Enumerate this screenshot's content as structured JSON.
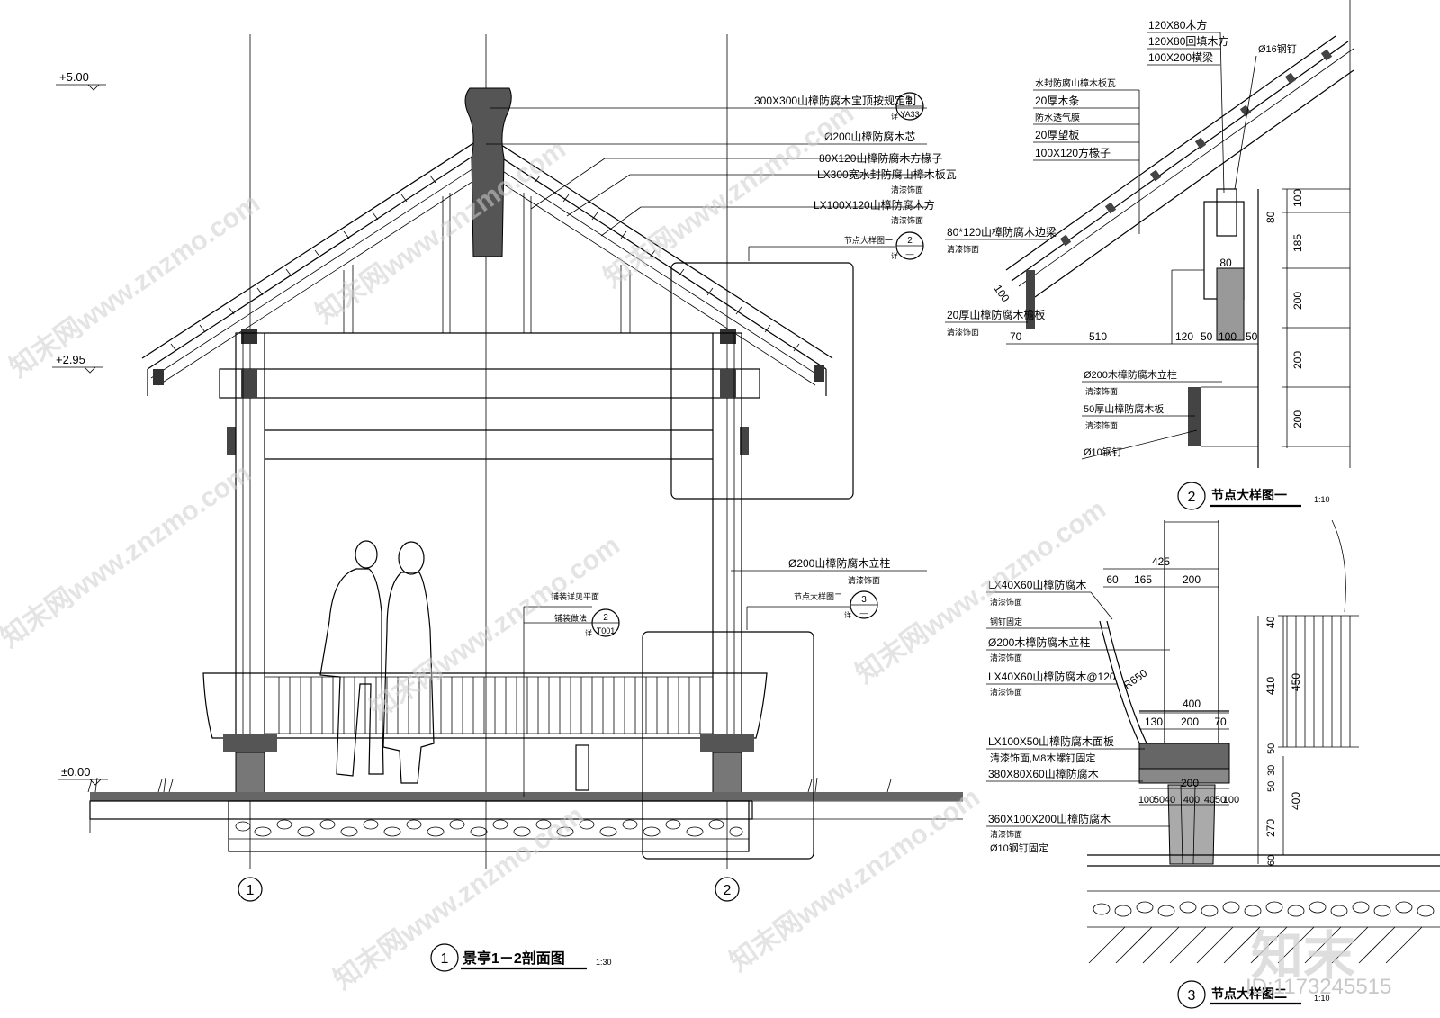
{
  "elevations": {
    "top": "+5.00",
    "mid": "+2.95",
    "ground": "±0.00"
  },
  "axes": {
    "a": "1",
    "b": "2"
  },
  "main_section": {
    "title": "景亭1－2剖面图",
    "scale": "1:30",
    "number": "1",
    "labels": [
      "300X300山樟防腐木宝顶按规定制",
      "Ø200山樟防腐木芯",
      "80X120山樟防腐木方椽子",
      "LX300宽水封防腐山樟木板瓦",
      "清漆饰面",
      "LX100X120山樟防腐木方",
      "清漆饰面",
      "节点大样图一",
      "Ø200山樟防腐木立柱",
      "清漆饰面",
      "铺装详见平面",
      "铺装做法",
      "节点大样图二"
    ],
    "ref1": {
      "top": "2",
      "bottom": "YA33",
      "prefix": "详"
    },
    "ref2": {
      "top": "2",
      "bottom": "—",
      "prefix": "详"
    },
    "ref3": {
      "top": "3",
      "bottom": "—",
      "prefix": "详"
    },
    "ref4": {
      "top": "2",
      "bottom": "T001",
      "prefix": "详"
    }
  },
  "detail1": {
    "number": "2",
    "title": "节点大样图一",
    "scale": "1:10",
    "top_labels": [
      "120X80木方",
      "120X80回填木方",
      "100X200横梁"
    ],
    "nail": "Ø16钢钉",
    "layers": [
      "水封防腐山樟木板瓦",
      "20厚木条",
      "防水透气膜",
      "20厚望板",
      "100X120方椽子"
    ],
    "beam": "80*120山樟防腐木边梁",
    "beam_finish": "清漆饰面",
    "board": "20厚山樟防腐木檐板",
    "board_finish": "清漆饰面",
    "col": "Ø200木樟防腐木立柱",
    "col_finish": "清漆饰面",
    "plank": "50厚山樟防腐木板",
    "plank_finish": "清漆饰面",
    "pin": "Ø10钢钉",
    "dims_h": [
      "70",
      "510",
      "120",
      "50",
      "100",
      "50"
    ],
    "dims_v": [
      "100",
      "185",
      "200",
      "200",
      "200"
    ],
    "dim_small": [
      "80",
      "80",
      "100"
    ]
  },
  "detail2": {
    "number": "3",
    "title": "节点大样图二",
    "scale": "1:10",
    "labels": [
      "LX40X60山樟防腐木",
      "清漆饰面",
      "钢钉固定",
      "Ø200木樟防腐木立柱",
      "清漆饰面",
      "LX40X60山樟防腐木@120",
      "清漆饰面",
      "LX100X50山樟防腐木面板",
      "清漆饰面,M8木螺钉固定",
      "380X80X60山樟防腐木",
      "360X100X200山樟防腐木",
      "清漆饰面",
      "Ø10钢钉固定"
    ],
    "dims_top": [
      "425",
      "60",
      "165",
      "200"
    ],
    "dims_mid": [
      "400",
      "130",
      "200",
      "70"
    ],
    "dims_low": [
      "200",
      "100",
      "50",
      "40",
      "400",
      "40",
      "50",
      "100"
    ],
    "dims_v": [
      "40",
      "410",
      "450",
      "50",
      "30",
      "50",
      "400",
      "270",
      "60"
    ],
    "radius": "R650"
  },
  "watermark": {
    "brand": "知末网www.znzmo.com",
    "logo": "知末",
    "id": "ID:1173245515"
  }
}
